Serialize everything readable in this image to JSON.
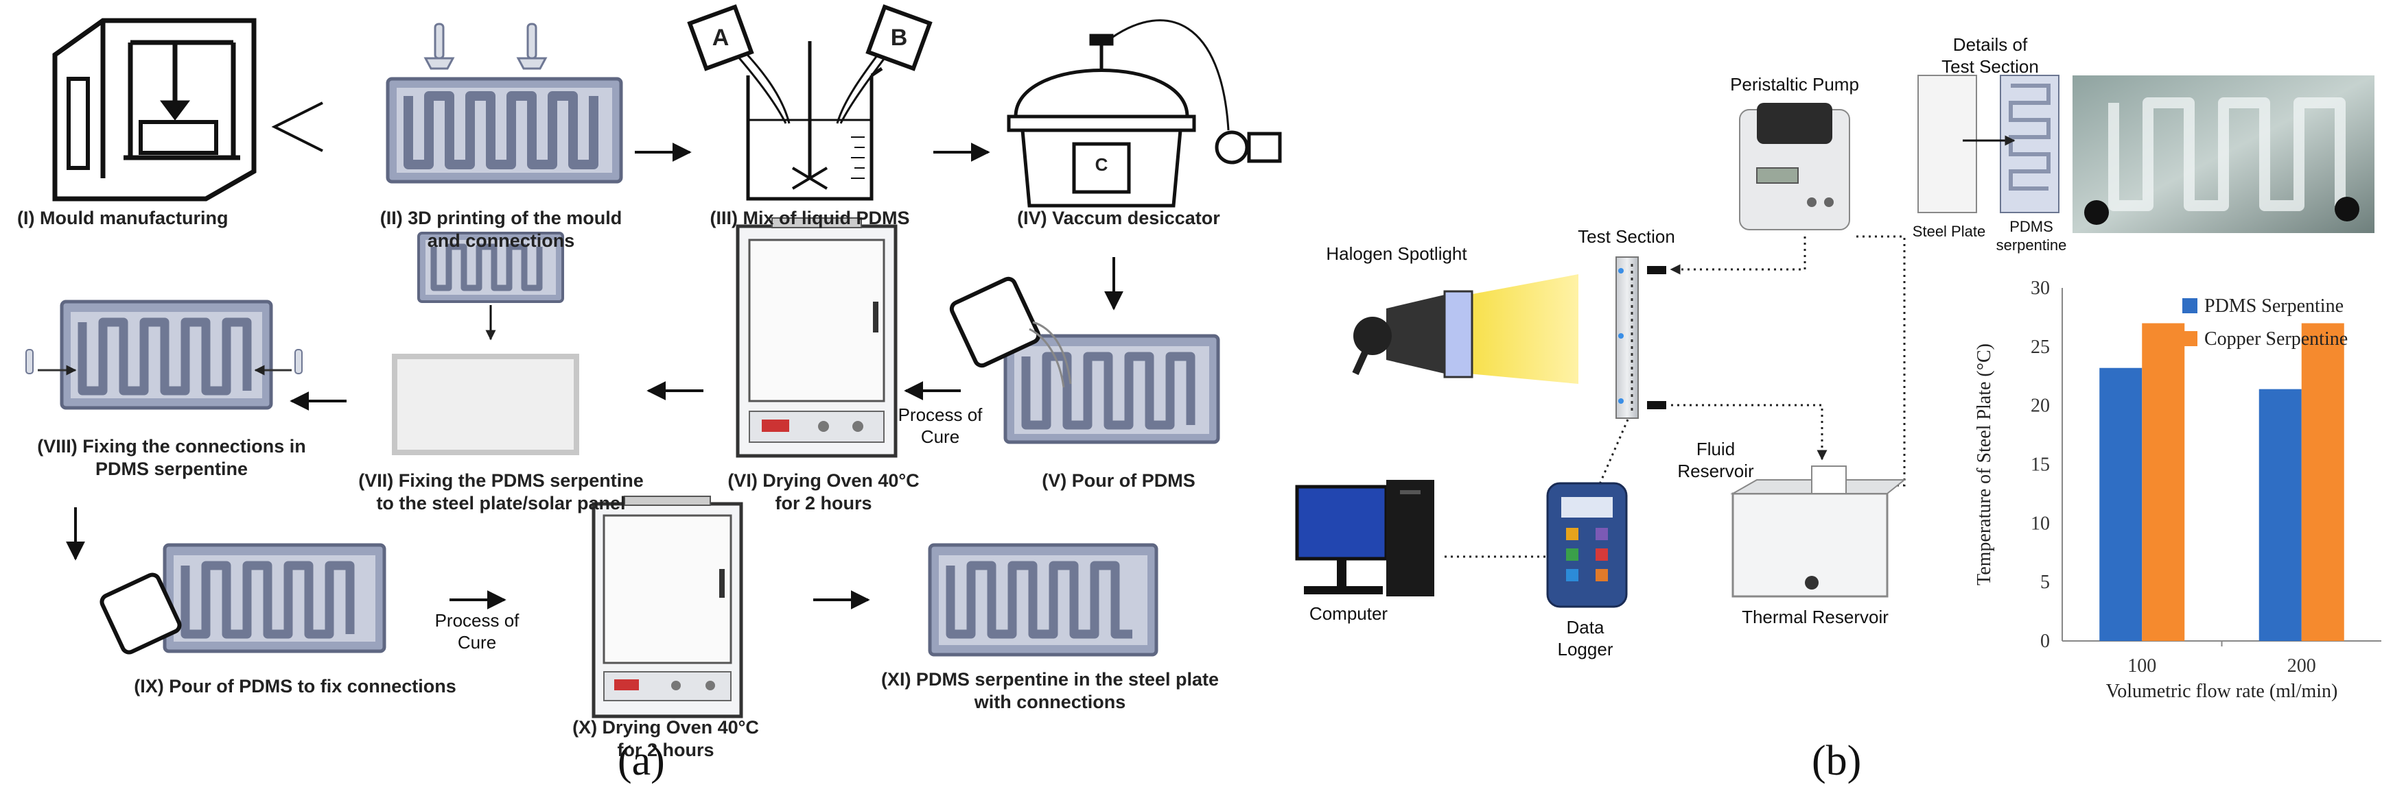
{
  "panel_a": {
    "letter": "(a)",
    "steps": [
      "(I) Mould manufacturing",
      "(II) 3D printing of the mould\nand connections",
      "(III) Mix of liquid PDMS",
      "(IV) Vaccum desiccator",
      "(V) Pour of PDMS",
      "(VI) Drying Oven 40°C\nfor 2 hours",
      "(VII) Fixing the PDMS serpentine\nto the steel plate/solar panel",
      "(VIII) Fixing the connections in\nPDMS serpentine",
      "(IX) Pour of PDMS to fix connections",
      "(X) Drying Oven 40°C\nfor 2 hours",
      "(XI) PDMS serpentine in the steel plate\nwith connections"
    ],
    "process_label": "Process of\nCure",
    "process_label_2": "Process of\nCure",
    "beaker_a": "A",
    "beaker_b": "B",
    "chamber_letter": "C"
  },
  "panel_b": {
    "letter": "(b)",
    "labels": {
      "peristaltic_pump": "Peristaltic Pump",
      "details_title": "Details of\nTest Section",
      "steel_plate": "Steel   Plate",
      "pdms_serpentine": "PDMS\nserpentine",
      "halogen_spotlight": "Halogen Spotlight",
      "test_section": "Test Section",
      "fluid_reservoir": "Fluid\nReservoir",
      "computer": "Computer",
      "data_logger": "Data\nLogger",
      "thermal_reservoir": "Thermal Reservoir"
    }
  },
  "chart_data": {
    "type": "bar",
    "categories": [
      "100",
      "200"
    ],
    "series": [
      {
        "name": "PDMS Serpentine",
        "values": [
          23.2,
          21.4
        ],
        "color": "#2f6ec4"
      },
      {
        "name": "Copper Serpentine",
        "values": [
          27.0,
          27.0
        ],
        "color": "#f58a2e"
      }
    ],
    "xlabel": "Volumetric flow rate (ml/min)",
    "ylabel": "Temperature of Steel Plate (°C)",
    "ylim": [
      0,
      30
    ],
    "yticks": [
      0,
      5,
      10,
      15,
      20,
      25,
      30
    ],
    "grid": false,
    "legend": "top-right"
  }
}
